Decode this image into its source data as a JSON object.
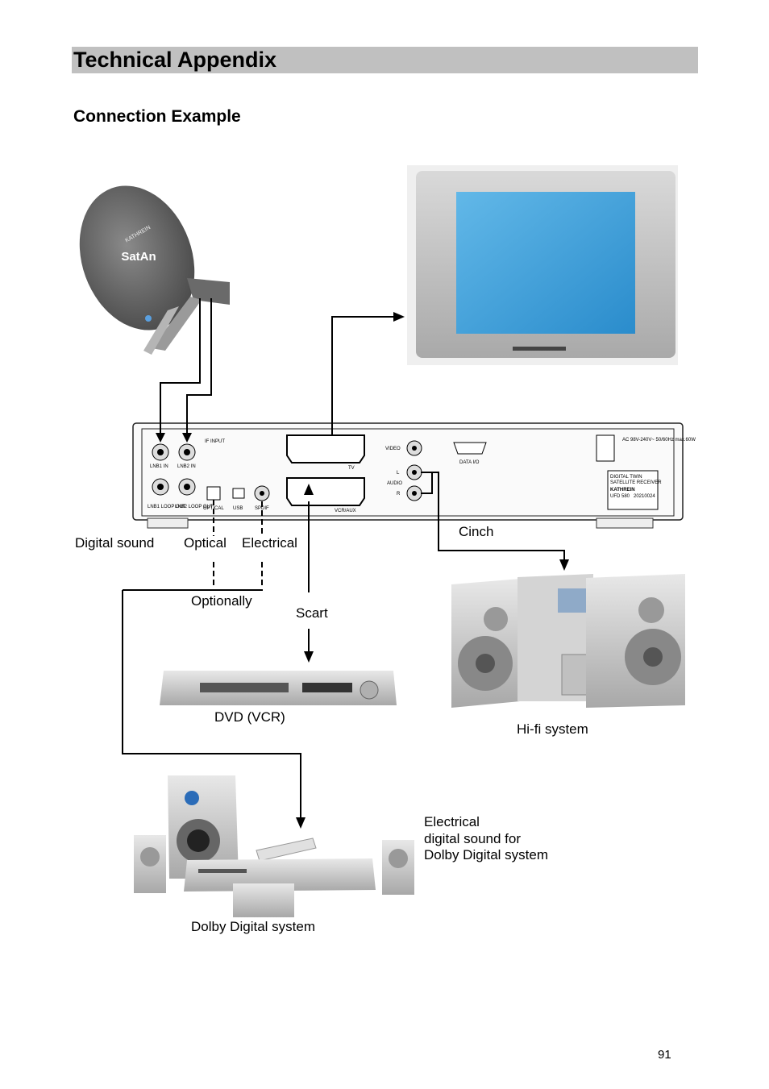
{
  "header": {
    "title": "Technical Appendix"
  },
  "section": {
    "title": "Connection Example"
  },
  "receiver": {
    "ports": {
      "lnb1_in": "LNB1 IN",
      "lnb2_in": "LNB2 IN",
      "lnb1_loop": "LNB1 LOOP OUT",
      "lnb2_loop": "LNB2 LOOP OUT",
      "if_input": "IF INPUT",
      "optical": "OPTICAL",
      "usb": "USB",
      "spdif": "SPDIF",
      "tv": "TV",
      "vcr_aux": "VCR/AUX",
      "video": "VIDEO",
      "audio": "AUDIO",
      "audio_l": "L",
      "audio_r": "R",
      "data_io": "DATA I/O",
      "power": "AC 98V-240V~ 50/60Hz max.60W",
      "model_line1": "DIGITAL TWIN",
      "model_line2": "SATELLITE RECEIVER",
      "brand": "KATHREIN",
      "model_no": "UFD 580",
      "serial": "20210024"
    }
  },
  "dish": {
    "brand_text": "SatAn",
    "ring_text": "KATHREIN"
  },
  "labels": {
    "digital_sound": "Digital sound",
    "optical": "Optical",
    "electrical": "Electrical",
    "cinch": "Cinch",
    "optionally": "Optionally",
    "scart": "Scart",
    "dvd": "DVD (VCR)",
    "hifi": "Hi-fi system",
    "electrical_note_1": "Electrical",
    "electrical_note_2": "digital sound for",
    "electrical_note_3": "Dolby Digital system",
    "dolby": "Dolby Digital system"
  },
  "footer": {
    "page_number": "91"
  }
}
